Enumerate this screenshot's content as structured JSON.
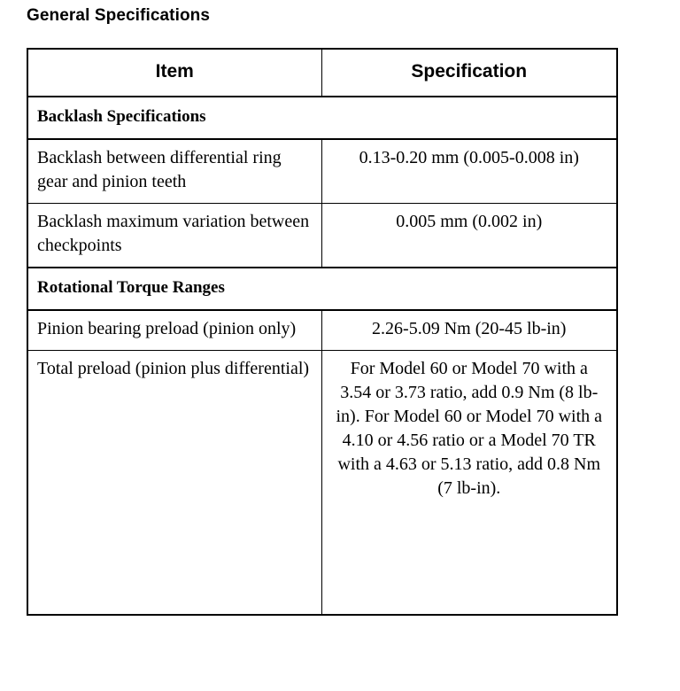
{
  "page": {
    "title": "General Specifications"
  },
  "table": {
    "columns": [
      {
        "key": "item",
        "label": "Item"
      },
      {
        "key": "specification",
        "label": "Specification"
      }
    ],
    "sections": [
      {
        "heading": "Backlash Specifications",
        "rows": [
          {
            "item": "Backlash between differential ring gear and pinion teeth",
            "specification": "0.13-0.20 mm (0.005-0.008 in)"
          },
          {
            "item": "Backlash maximum variation between checkpoints",
            "specification": "0.005 mm (0.002 in)"
          }
        ]
      },
      {
        "heading": "Rotational Torque Ranges",
        "rows": [
          {
            "item": "Pinion bearing preload (pinion only)",
            "specification": "2.26-5.09 Nm (20-45 lb-in)"
          },
          {
            "item": "Total preload (pinion plus differential)",
            "specification": "For Model 60 or Model 70 with a 3.54 or 3.73 ratio, add 0.9 Nm (8 lb-in). For Model 60 or Model 70 with a 4.10 or 4.56 ratio or a Model 70 TR with a 4.63 or 5.13 ratio, add 0.8 Nm (7 lb-in)."
          }
        ]
      }
    ]
  }
}
